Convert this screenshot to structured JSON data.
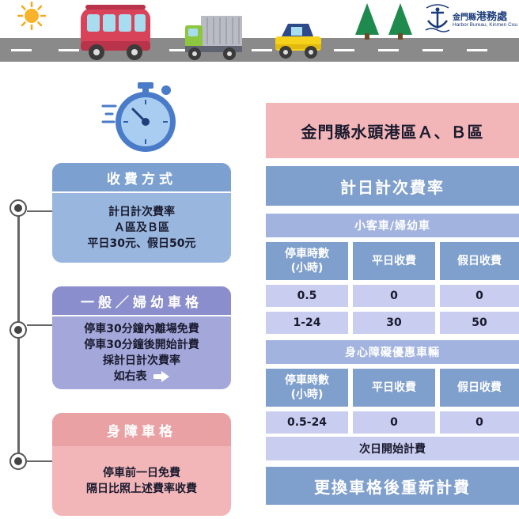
{
  "header": {
    "org_name_prefix": "金門縣",
    "org_name_main": "港務處",
    "org_name_en": "Harbor Bureau, Kinmen Cou"
  },
  "left": {
    "fee_method": {
      "title": "收費方式",
      "lines": [
        "計日計次費率",
        "Ａ區及Ｂ區",
        "平日30元、假日50元"
      ]
    },
    "general_space": {
      "title": "一般／婦幼車格",
      "lines": [
        "停車30分鐘內離場免費",
        "停車30分鐘後開始計費",
        "採計日計次費率",
        "如右表"
      ]
    },
    "disabled_space": {
      "title": "身障車格",
      "lines": [
        "停車前一日免費",
        "隔日比照上述費率收費"
      ]
    }
  },
  "right": {
    "title": "金門縣水頭港區Ａ、Ｂ區",
    "rate_title": "計日計次費率",
    "table1": {
      "section": "小客車/婦幼車",
      "headers": [
        "停車時數\n(小時)",
        "平日收費",
        "假日收費"
      ],
      "rows": [
        [
          "0.5",
          "0",
          "0"
        ],
        [
          "1-24",
          "30",
          "50"
        ]
      ]
    },
    "table2": {
      "section": "身心障礙優惠車輛",
      "headers": [
        "停車時數\n(小時)",
        "平日收費",
        "假日收費"
      ],
      "rows": [
        [
          "0.5-24",
          "0",
          "0"
        ]
      ]
    },
    "next_day": "次日開始計費",
    "footer": "更換車格後重新計費"
  },
  "colors": {
    "pink": "#f2b6b8",
    "blue": "#7f9fcc",
    "lavender": "#a3a7da",
    "road": "#8a8a8a"
  }
}
